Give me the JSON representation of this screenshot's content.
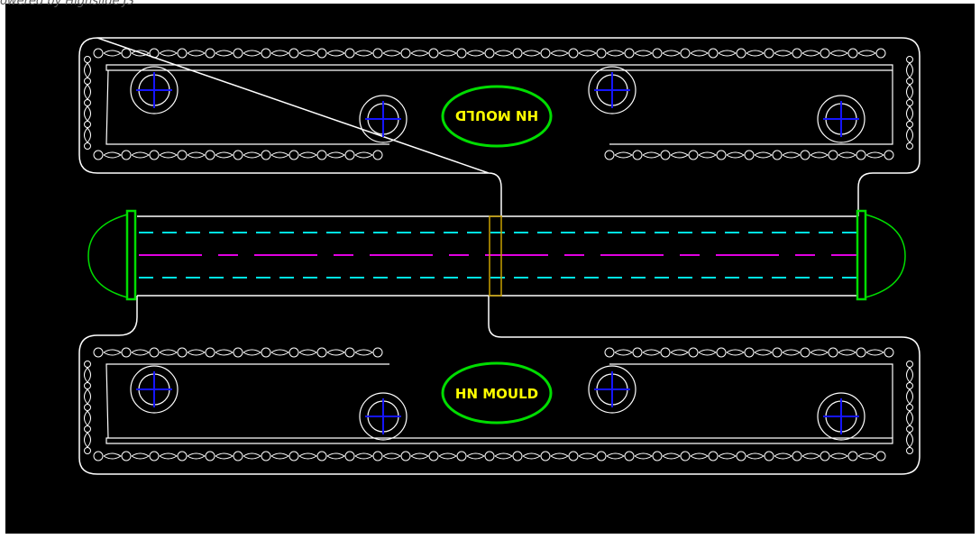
{
  "credit_text": "owered by Highslide JS",
  "labels": {
    "top": "HN MOULD",
    "bottom": "HN MOULD"
  },
  "colors": {
    "background": "#000000",
    "frame": "#ffffff",
    "outline": "#ffffff",
    "label_ellipse": "#00dd00",
    "label_text": "#ffff00",
    "end_cap": "#00dd00",
    "cooling_line": "#00e5e5",
    "center_line": "#e000e0",
    "bolt_cross": "#1515ff",
    "divider": "#c8a000"
  },
  "icons": {
    "bolt_hole": "crosshair-circle-icon",
    "chain_link": "chain-link-icon"
  }
}
